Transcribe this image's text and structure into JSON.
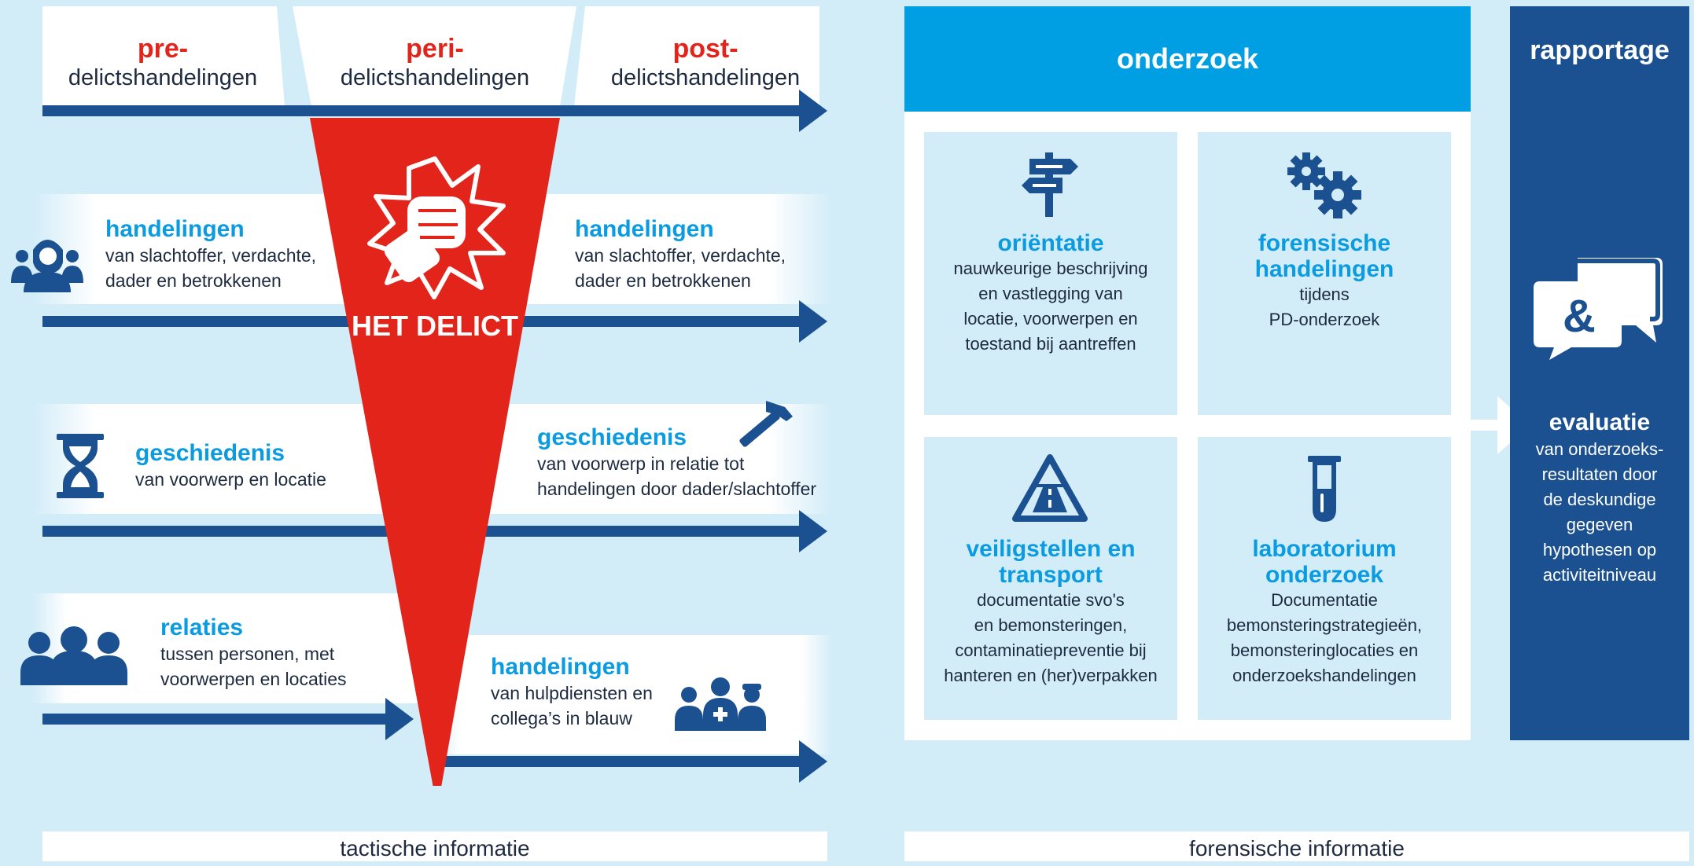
{
  "phases": [
    {
      "prefix": "pre-",
      "label": "delictshandelingen"
    },
    {
      "prefix": "peri-",
      "label": "delictshandelingen"
    },
    {
      "prefix": "post-",
      "label": "delictshandelingen"
    }
  ],
  "delict_label": "HET DELICT",
  "left_rows": [
    {
      "title": "handelingen",
      "lines": [
        "van slachtoffer, verdachte,",
        "dader en betrokkenen"
      ],
      "icon": "people-icon"
    },
    {
      "title": "geschiedenis",
      "lines": [
        "van voorwerp en locatie"
      ],
      "icon": "hourglass-icon"
    },
    {
      "title": "relaties",
      "lines": [
        "tussen personen, met",
        "voorwerpen en locaties"
      ],
      "icon": "group-icon"
    }
  ],
  "right_rows": [
    {
      "title": "handelingen",
      "lines": [
        "van slachtoffer, verdachte,",
        "dader en betrokkenen"
      ]
    },
    {
      "title": "geschiedenis",
      "lines": [
        "van voorwerp in relatie tot",
        "handelingen door  dader/slachtoffer"
      ],
      "icon": "hammer-icon"
    },
    {
      "title": "handelingen",
      "lines": [
        "van hulpdiensten en",
        "collega’s in blauw"
      ],
      "icon": "emergency-services-icon"
    }
  ],
  "onderzoek": {
    "header": "onderzoek",
    "cards": [
      {
        "title": [
          "oriëntatie"
        ],
        "lines": [
          "nauwkeurige beschrijving",
          "en vastlegging van",
          "locatie, voorwerpen en",
          "toestand bij aantreffen"
        ],
        "icon": "signpost-icon"
      },
      {
        "title": [
          "forensische",
          "handelingen"
        ],
        "lines": [
          "tijdens",
          "PD-onderzoek"
        ],
        "icon": "gears-icon"
      },
      {
        "title": [
          "veiligstellen en",
          "transport"
        ],
        "lines": [
          "documentatie svo's",
          "en bemonsteringen,",
          "contaminatiepreventie bij",
          "hanteren en (her)verpakken"
        ],
        "icon": "road-warning-icon"
      },
      {
        "title": [
          "laboratorium",
          "onderzoek"
        ],
        "lines": [
          "Documentatie",
          "bemonsteringstrategieën,",
          "bemonsteringlocaties en",
          "onderzoekshandelingen"
        ],
        "icon": "test-tube-icon"
      }
    ]
  },
  "rapportage": {
    "header": "rapportage",
    "title": "evaluatie",
    "lines": [
      "van onderzoeks-",
      "resultaten door",
      "de deskundige",
      "gegeven",
      "hypothesen op",
      "activiteitniveau"
    ],
    "icon": "speech-bubbles-icon"
  },
  "footer": {
    "left": "tactische informatie",
    "right": "forensische informatie"
  },
  "colors": {
    "dark_blue": "#1b5190",
    "light_blue": "#0a9be0",
    "red": "#e3241b",
    "background": "#d2ecf8"
  }
}
